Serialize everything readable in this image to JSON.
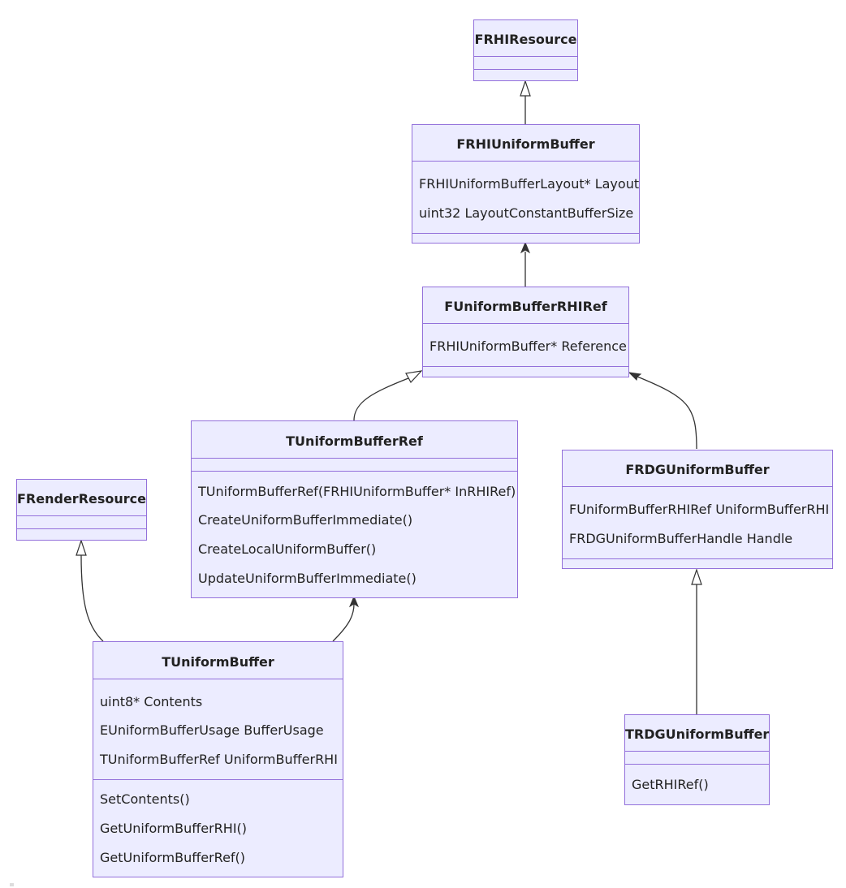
{
  "classes": {
    "frhiresource": {
      "name": "FRHIResource",
      "attributes": [],
      "methods": []
    },
    "frhiuniformbuffer": {
      "name": "FRHIUniformBuffer",
      "attributes": [
        "FRHIUniformBufferLayout* Layout",
        "uint32 LayoutConstantBufferSize"
      ],
      "methods": []
    },
    "funiformbufferrhiref": {
      "name": "FUniformBufferRHIRef",
      "attributes": [
        "FRHIUniformBuffer* Reference"
      ],
      "methods": []
    },
    "tuniformbufferref": {
      "name": "TUniformBufferRef",
      "attributes": [],
      "methods": [
        "TUniformBufferRef(FRHIUniformBuffer* InRHIRef)",
        "CreateUniformBufferImmediate()",
        "CreateLocalUniformBuffer()",
        "UpdateUniformBufferImmediate()"
      ]
    },
    "frduniformbuffer": {
      "name": "FRDGUniformBuffer",
      "attributes": [
        "FUniformBufferRHIRef UniformBufferRHI",
        "FRDGUniformBufferHandle Handle"
      ],
      "methods": []
    },
    "frenderresource": {
      "name": "FRenderResource",
      "attributes": [],
      "methods": []
    },
    "tuniformbuffer": {
      "name": "TUniformBuffer",
      "attributes": [
        "uint8* Contents",
        "EUniformBufferUsage BufferUsage",
        "TUniformBufferRef UniformBufferRHI"
      ],
      "methods": [
        "SetContents()",
        "GetUniformBufferRHI()",
        "GetUniformBufferRef()"
      ]
    },
    "trdguniformbuffer": {
      "name": "TRDGUniformBuffer",
      "attributes": [],
      "methods": [
        "GetRHIRef()"
      ]
    }
  },
  "relations": [
    {
      "from": "FRHIUniformBuffer",
      "to": "FRHIResource",
      "kind": "inheritance"
    },
    {
      "from": "FUniformBufferRHIRef",
      "to": "FRHIUniformBuffer",
      "kind": "association"
    },
    {
      "from": "TUniformBufferRef",
      "to": "FUniformBufferRHIRef",
      "kind": "inheritance"
    },
    {
      "from": "FRDGUniformBuffer",
      "to": "FUniformBufferRHIRef",
      "kind": "association"
    },
    {
      "from": "TUniformBuffer",
      "to": "FRenderResource",
      "kind": "inheritance"
    },
    {
      "from": "TUniformBuffer",
      "to": "TUniformBufferRef",
      "kind": "association"
    },
    {
      "from": "TRDGUniformBuffer",
      "to": "FRDGUniformBuffer",
      "kind": "inheritance"
    }
  ],
  "colors": {
    "box_fill": "#ececff",
    "box_border": "#9370db",
    "line": "#333333",
    "text": "#222222"
  }
}
